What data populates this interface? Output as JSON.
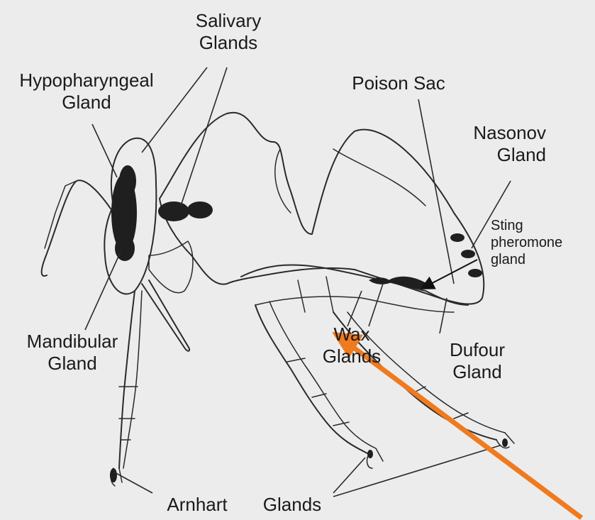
{
  "labels": {
    "salivary": "Salivary\nGlands",
    "hypopharyngeal": "Hypopharyngeal\nGland",
    "poison_sac": "Poison Sac",
    "nasonov": "Nasonov\nGland",
    "sting": "Sting\npheromone\ngland",
    "mandibular": "Mandibular\nGland",
    "wax": "Wax\nGlands",
    "dufour": "Dufour\nGland",
    "arnhart": "Arnhart",
    "glands": "Glands"
  },
  "colors": {
    "background": "#ececec",
    "line": "#2a2a2a",
    "arrow_orange": "#f07a1e",
    "arrow_black": "#111111"
  }
}
